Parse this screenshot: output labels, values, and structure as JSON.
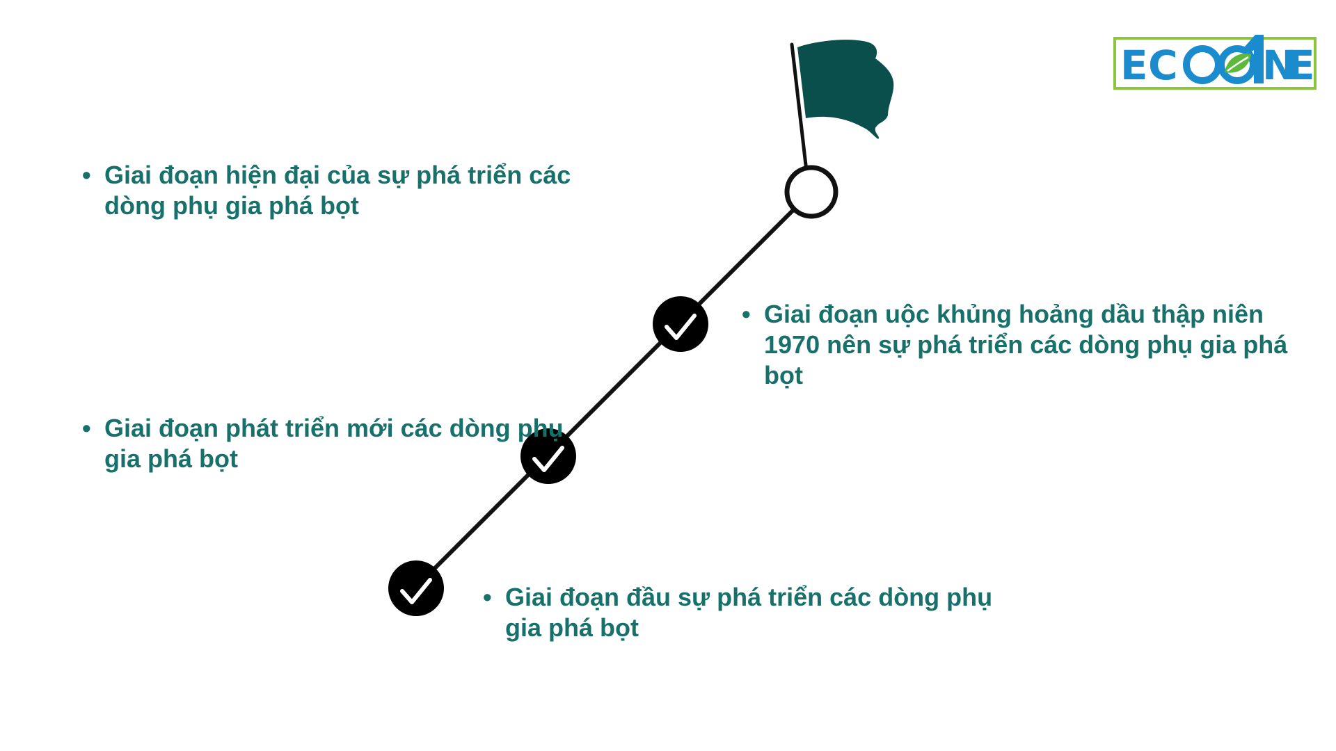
{
  "logo": {
    "text_left": "ECO",
    "text_right": "NE",
    "digit": "1",
    "colors": {
      "blue": "#1a8ccd",
      "green": "#5cb93b",
      "border": "#8cc63f"
    }
  },
  "stages": [
    {
      "bullet": "•",
      "text": "Giai đoạn hiện đại của sự phá triển các dòng phụ gia phá bọt",
      "marker": "open-circle-with-flag"
    },
    {
      "bullet": "•",
      "text": "Giai đoạn uộc khủng hoảng dầu thập niên 1970 nên sự phá triển các dòng phụ gia phá bọt",
      "marker": "check"
    },
    {
      "bullet": "•",
      "text": "Giai đoạn phát triển mới các dòng phụ gia phá bọt",
      "marker": "check"
    },
    {
      "bullet": "•",
      "text": "Giai đoạn đầu sự phá triển các dòng phụ gia phá bọt",
      "marker": "check"
    }
  ],
  "colors": {
    "text": "#18706b",
    "flag": "#0a4f4c",
    "line": "#111111",
    "marker_fill": "#000000",
    "check": "#ffffff"
  }
}
